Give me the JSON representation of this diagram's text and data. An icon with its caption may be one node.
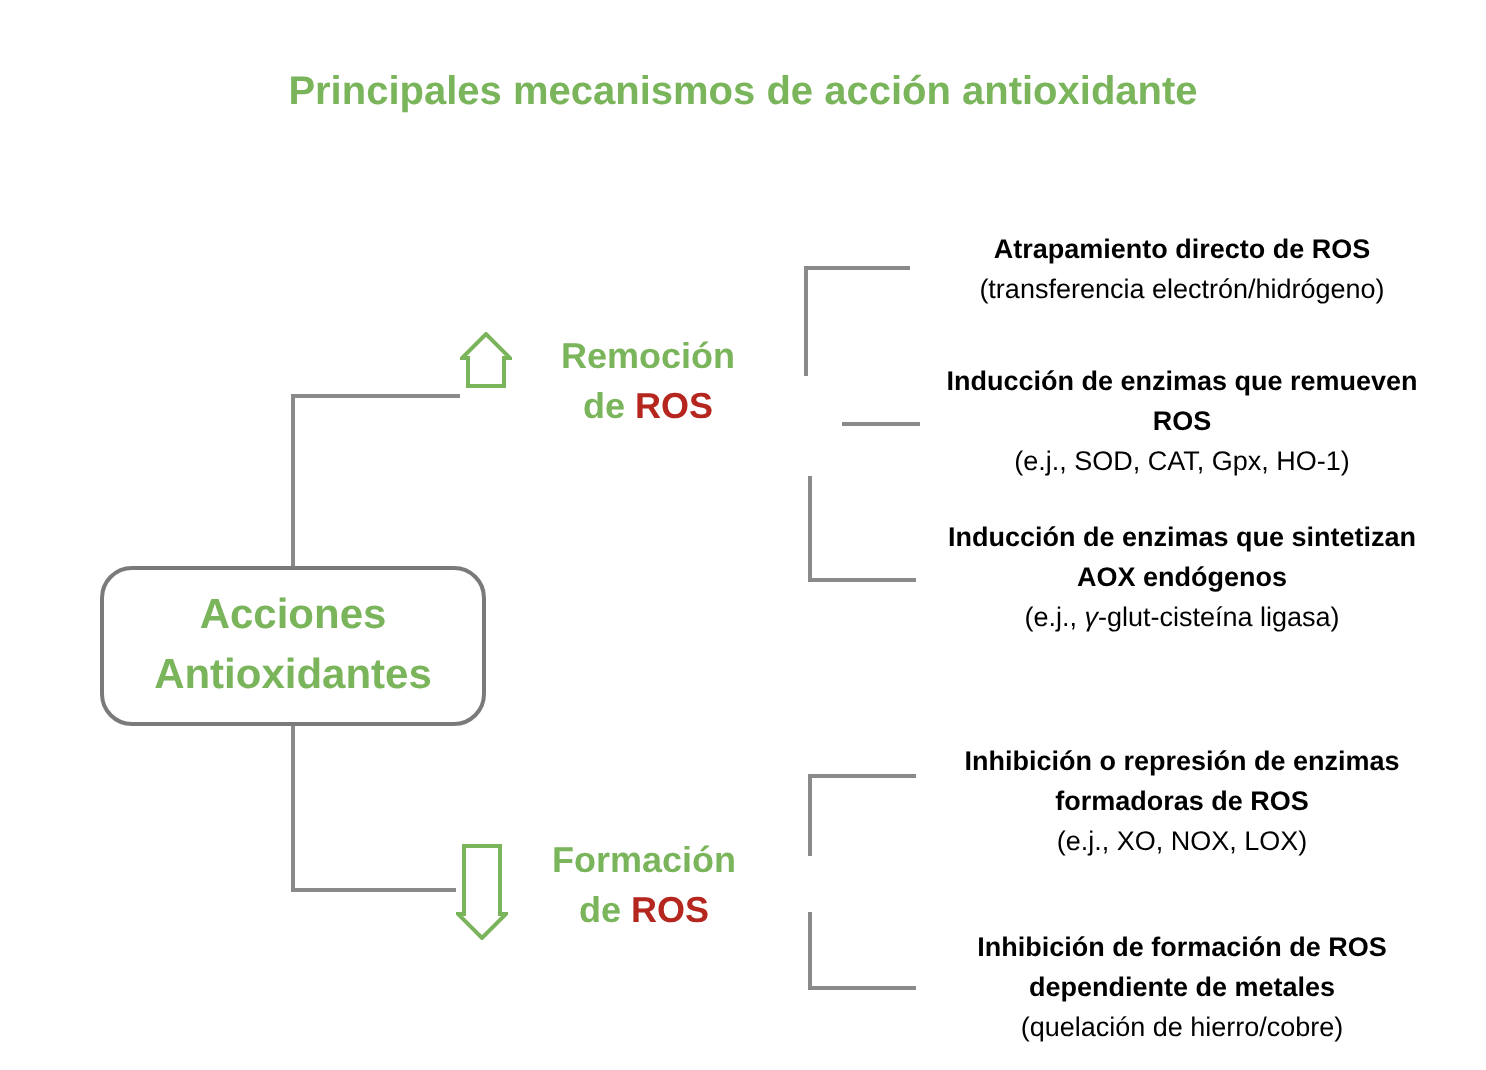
{
  "diagram": {
    "title": "Principales mecanismos de acción antioxidante",
    "nodes": [
      {
        "text": [
          "Acciones Antioxidantes"
        ]
      },
      {
        "text": [
          "Remoción de",
          "ROS"
        ]
      },
      {
        "text": [
          "Formación de",
          "ROS"
        ]
      },
      {
        "text": [
          "Atrapamiento directo de ROS",
          "(transferencia electrón/hidrógeno)"
        ]
      },
      {
        "text": [
          "Inducción de enzimas que remueven ROS",
          "(e.j., SOD, CAT, Gpx, HO-1)"
        ]
      },
      {
        "text": [
          "Inducción de enzimas que sintetizan AOX endógenos",
          "(e.j., *γ*-glut-cisteína ligasa)"
        ]
      },
      {
        "text": [
          "Inhibición o represión de enzimas formadoras de ROS",
          "(e.j., XO, NOX, LOX)"
        ]
      },
      {
        "text": [
          "Inhibición de formación de ROS dependiente de metales",
          "(quelación de hierro/cobre)"
        ]
      }
    ],
    "edges": [
      {
        "from": 0,
        "to": 1,
        "arrow": "none"
      },
      {
        "from": 0,
        "to": 2,
        "arrow": "none"
      }
    ]
  }
}
